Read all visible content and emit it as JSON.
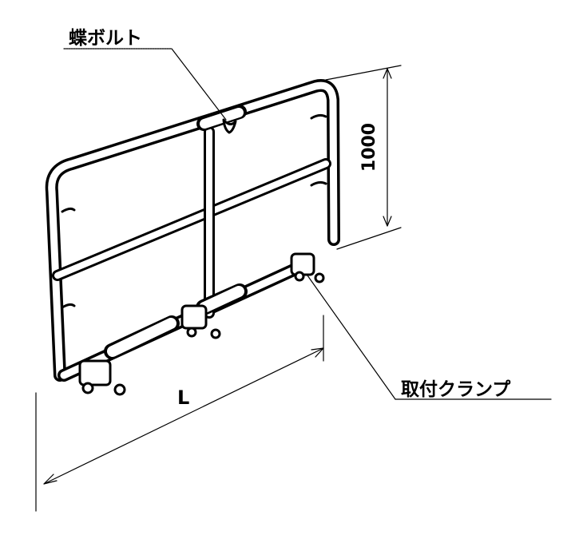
{
  "labels": {
    "butterfly_bolt": "蝶ボルト",
    "mounting_clamp": "取付クランプ",
    "height_dimension": "1000",
    "length_dimension": "L"
  }
}
